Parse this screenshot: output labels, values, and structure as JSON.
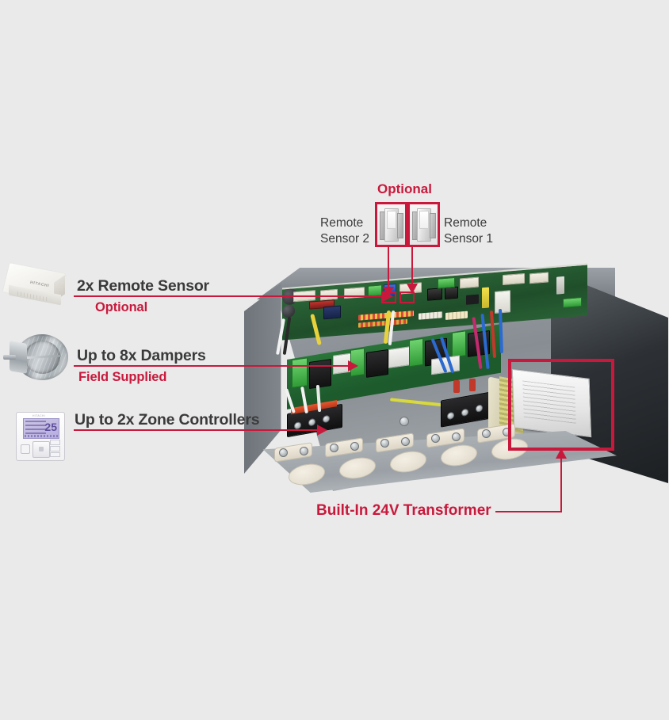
{
  "diagram": {
    "background_color": "#eaeaea",
    "accent_color": "#c8193c",
    "heading_color": "#3a3a3a",
    "top_callout": {
      "title": "Optional",
      "left_label_line1": "Remote",
      "left_label_line2": "Sensor 2",
      "right_label_line1": "Remote",
      "right_label_line2": "Sensor 1",
      "left_box_icon": "rj-connector-icon",
      "right_box_icon": "rj-connector-icon"
    },
    "callouts": [
      {
        "id": "remote-sensor",
        "heading": "2x Remote Sensor",
        "subtitle": "Optional",
        "thumb_icon": "remote-sensor-thumbnail"
      },
      {
        "id": "dampers",
        "heading": "Up to 8x Dampers",
        "subtitle": "Field Supplied",
        "thumb_icon": "round-damper-thumbnail"
      },
      {
        "id": "zone-controllers",
        "heading": "Up to 2x Zone Controllers",
        "subtitle": "",
        "thumb_icon": "zone-controller-thumbnail",
        "thumb_display_value": "25"
      }
    ],
    "bottom_callout": {
      "heading": "Built-In 24V Transformer"
    },
    "main_photo": {
      "alt_name": "zone-control-box-photo"
    }
  }
}
